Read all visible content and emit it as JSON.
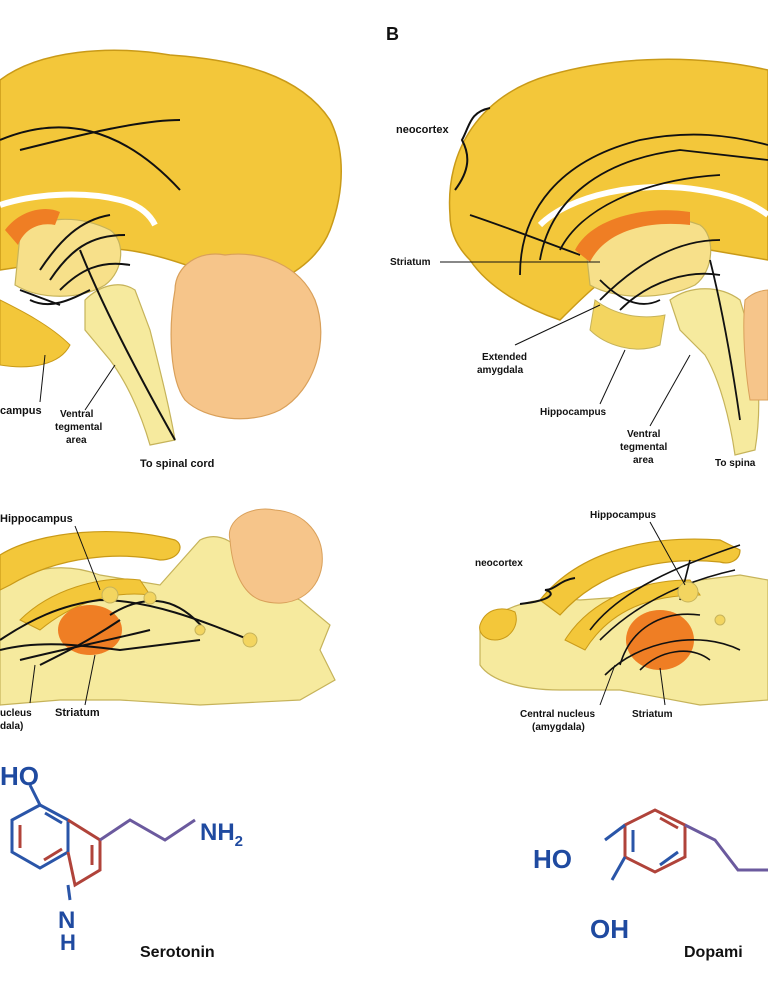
{
  "panel": {
    "letter_b": "B"
  },
  "labels": {
    "a_upper_hippocampus": "campus",
    "a_upper_vta_1": "Ventral",
    "a_upper_vta_2": "tegmental",
    "a_upper_vta_3": "area",
    "a_upper_spinal": "To spinal cord",
    "a_lower_hippocampus": "Hippocampus",
    "a_lower_central_1": "ucleus",
    "a_lower_central_2": "dala)",
    "a_lower_striatum": "Striatum",
    "b_upper_neocortex": "neocortex",
    "b_upper_striatum": "Striatum",
    "b_upper_amygdala_1": "Extended",
    "b_upper_amygdala_2": "amygdala",
    "b_upper_hippocampus": "Hippocampus",
    "b_upper_vta_1": "Ventral",
    "b_upper_vta_2": "tegmental",
    "b_upper_vta_3": "area",
    "b_upper_spinal": "To spina",
    "b_lower_hippocampus": "Hippocampus",
    "b_lower_neocortex": "neocortex",
    "b_lower_central_1": "Central nucleus",
    "b_lower_central_2": "(amygdala)",
    "b_lower_striatum": "Striatum"
  },
  "molecules": {
    "serotonin": {
      "name": "Serotonin",
      "ho": "HO",
      "nh2": "NH",
      "nh2_sub": "2",
      "n": "N",
      "h": "H"
    },
    "dopamine": {
      "name": "Dopami",
      "ho": "HO",
      "oh": "OH"
    }
  },
  "colors": {
    "cortex": "#f3c73a",
    "cortex_light": "#f7e08a",
    "brainstem": "#f6ea9e",
    "cerebellum": "#f6c58a",
    "orange": "#ef7e24",
    "chem_blue": "#1f4aa0",
    "chem_red": "#b0433a"
  }
}
